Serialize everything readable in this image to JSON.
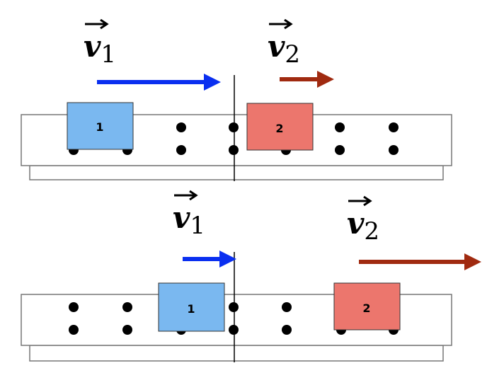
{
  "top_scene": {
    "v1_label": {
      "symbol": "v",
      "subscript": "1"
    },
    "v2_label": {
      "symbol": "v",
      "subscript": "2"
    },
    "cart1_label": "1",
    "cart2_label": "2",
    "cart1_color": "#7ab8f0",
    "cart2_color": "#ec766d",
    "arrow1_color": "#0a2ff0",
    "arrow2_color": "#a02a10"
  },
  "bottom_scene": {
    "v1_label": {
      "symbol": "v",
      "subscript": "1"
    },
    "v2_label": {
      "symbol": "v",
      "subscript": "2"
    },
    "cart1_label": "1",
    "cart2_label": "2",
    "cart1_color": "#7ab8f0",
    "cart2_color": "#ec766d",
    "arrow1_color": "#0a2ff0",
    "arrow2_color": "#a02a10"
  }
}
